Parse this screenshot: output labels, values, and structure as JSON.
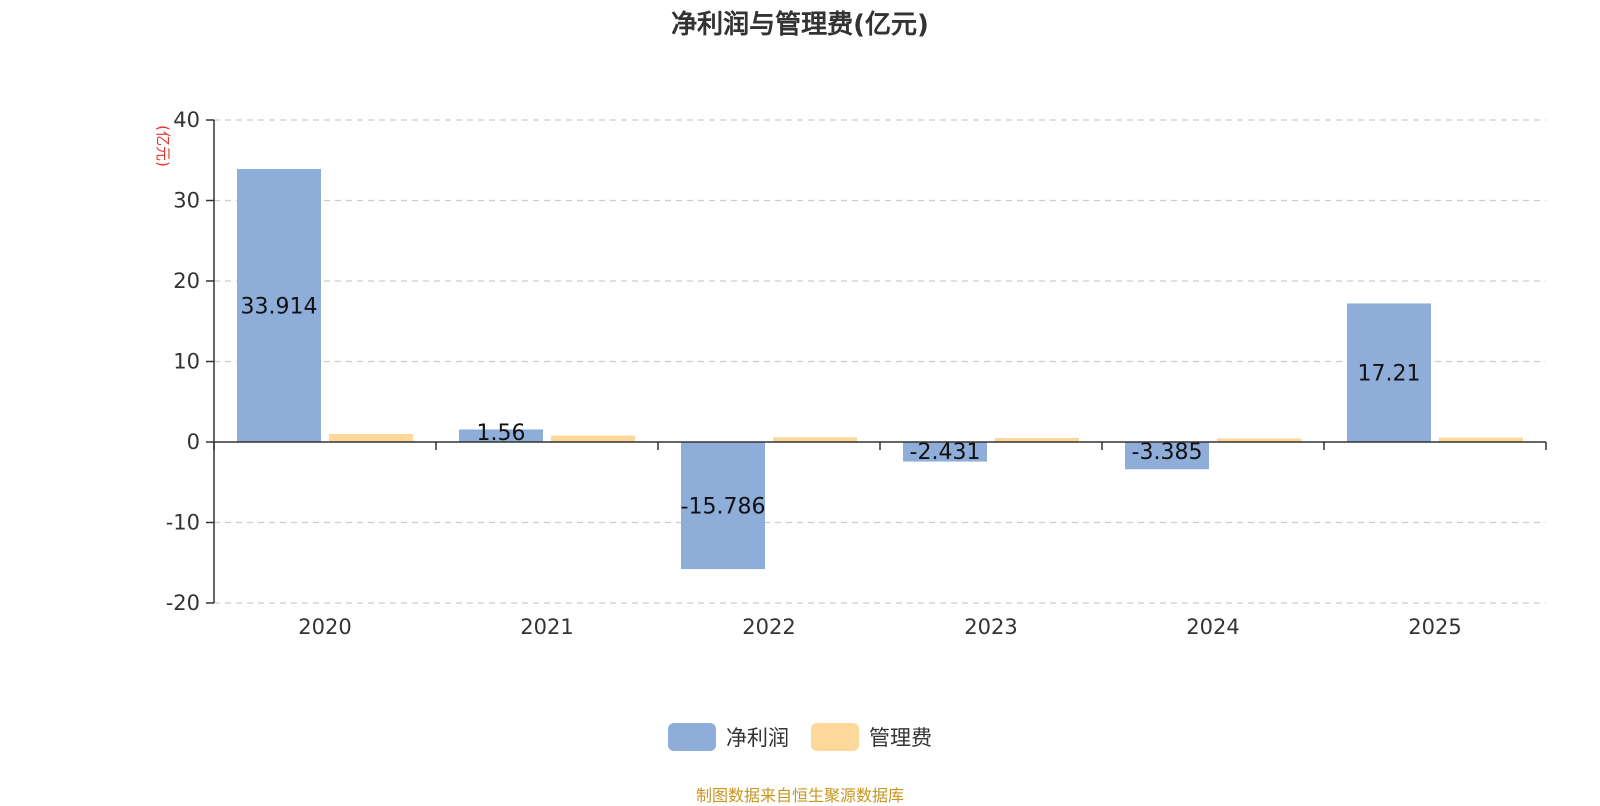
{
  "chart_data": {
    "type": "bar",
    "title": "净利润与管理费(亿元)",
    "ylabel": "(亿元)",
    "xlabel": "",
    "categories": [
      "2020",
      "2021",
      "2022",
      "2023",
      "2024",
      "2025"
    ],
    "series": [
      {
        "name": "净利润",
        "values": [
          33.914,
          1.56,
          -15.786,
          -2.431,
          -3.385,
          17.21
        ],
        "labels": [
          "33.914",
          "1.56",
          "-15.786",
          "-2.431",
          "-3.385",
          "17.21"
        ],
        "color": "#8eadd9"
      },
      {
        "name": "管理费",
        "values": [
          1.0,
          0.8,
          0.6,
          0.5,
          0.45,
          0.55
        ],
        "labels": [],
        "color": "#fdd89a"
      }
    ],
    "ylim": [
      -20,
      40
    ],
    "yticks": [
      -20,
      -10,
      0,
      10,
      20,
      30,
      40
    ],
    "grid": true,
    "legend_position": "bottom"
  },
  "source": "制图数据来自恒生聚源数据库",
  "colors": {
    "ylabel": "#e8312a",
    "source": "#c8961e",
    "grid": "#cccccc",
    "axis": "#333333"
  }
}
